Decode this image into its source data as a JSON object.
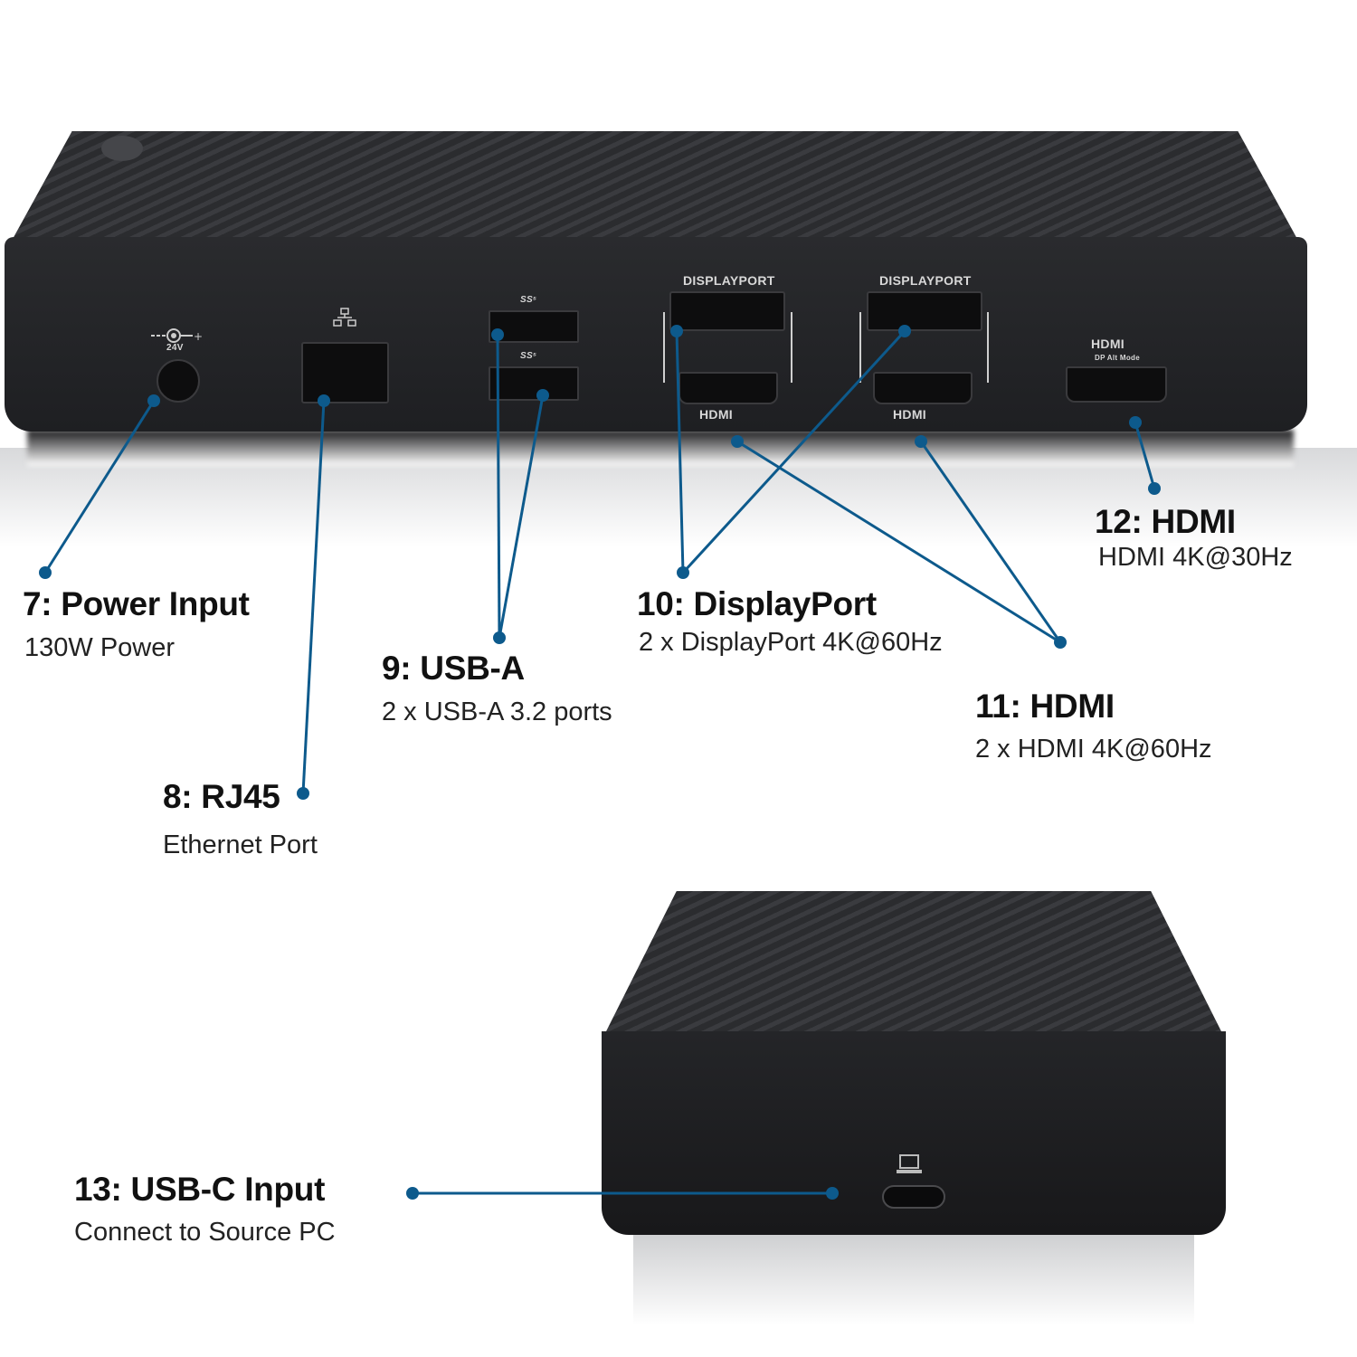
{
  "accent_color": "#0d5a8c",
  "device_rear": {
    "port_labels": {
      "power_voltage": "24V",
      "displayport_1": "DISPLAYPORT",
      "displayport_2": "DISPLAYPORT",
      "hdmi_1": "HDMI",
      "hdmi_2": "HDMI",
      "hdmi_3": "HDMI",
      "hdmi_3_sub": "DP Alt Mode",
      "usb_1": "SS⁵",
      "usb_2": "SS⁵"
    },
    "icons": [
      "dc-power-icon",
      "network-icon",
      "usb-superspeed-icon",
      "hdmi-logo-icon"
    ]
  },
  "device_front": {
    "icons": [
      "laptop-icon"
    ]
  },
  "callouts": [
    {
      "id": "7",
      "title": "7: Power Input",
      "desc": "130W Power"
    },
    {
      "id": "8",
      "title": "8: RJ45",
      "desc": "Ethernet Port"
    },
    {
      "id": "9",
      "title": "9: USB-A",
      "desc": "2 x USB-A 3.2 ports"
    },
    {
      "id": "10",
      "title": "10: DisplayPort",
      "desc": "2 x DisplayPort 4K@60Hz"
    },
    {
      "id": "11",
      "title": "11: HDMI",
      "desc": "2 x HDMI 4K@60Hz"
    },
    {
      "id": "12",
      "title": "12: HDMI",
      "desc": "HDMI 4K@30Hz"
    },
    {
      "id": "13",
      "title": "13: USB-C Input",
      "desc": "Connect to Source PC"
    }
  ]
}
